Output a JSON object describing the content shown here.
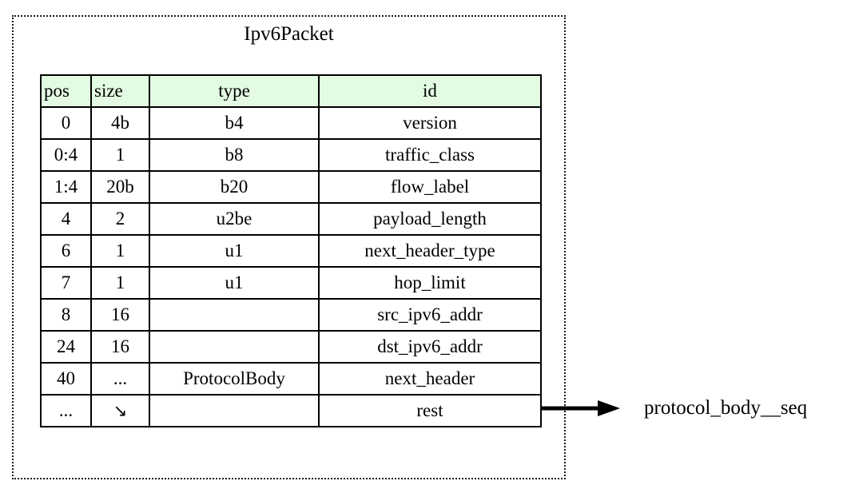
{
  "diagram": {
    "title": "Ipv6Packet",
    "header_bg_color": "#e2fbe2",
    "border_color": "#000000",
    "container_border_style": "dotted"
  },
  "table": {
    "columns": [
      {
        "key": "pos",
        "label": "pos"
      },
      {
        "key": "size",
        "label": "size"
      },
      {
        "key": "type",
        "label": "type"
      },
      {
        "key": "id",
        "label": "id"
      }
    ],
    "rows": [
      {
        "pos": "0",
        "size": "4b",
        "type": "b4",
        "id": "version"
      },
      {
        "pos": "0:4",
        "size": "1",
        "type": "b8",
        "id": "traffic_class"
      },
      {
        "pos": "1:4",
        "size": "20b",
        "type": "b20",
        "id": "flow_label"
      },
      {
        "pos": "4",
        "size": "2",
        "type": "u2be",
        "id": "payload_length"
      },
      {
        "pos": "6",
        "size": "1",
        "type": "u1",
        "id": "next_header_type"
      },
      {
        "pos": "7",
        "size": "1",
        "type": "u1",
        "id": "hop_limit"
      },
      {
        "pos": "8",
        "size": "16",
        "type": "",
        "id": "src_ipv6_addr"
      },
      {
        "pos": "24",
        "size": "16",
        "type": "",
        "id": "dst_ipv6_addr"
      },
      {
        "pos": "40",
        "size": "...",
        "type": "ProtocolBody",
        "id": "next_header"
      },
      {
        "pos": "...",
        "size": "↘",
        "type": "",
        "id": "rest"
      }
    ]
  },
  "connector": {
    "from_row_id": "next_header",
    "target_label": "protocol_body__seq",
    "arrow_icon": "arrow-right-icon"
  }
}
